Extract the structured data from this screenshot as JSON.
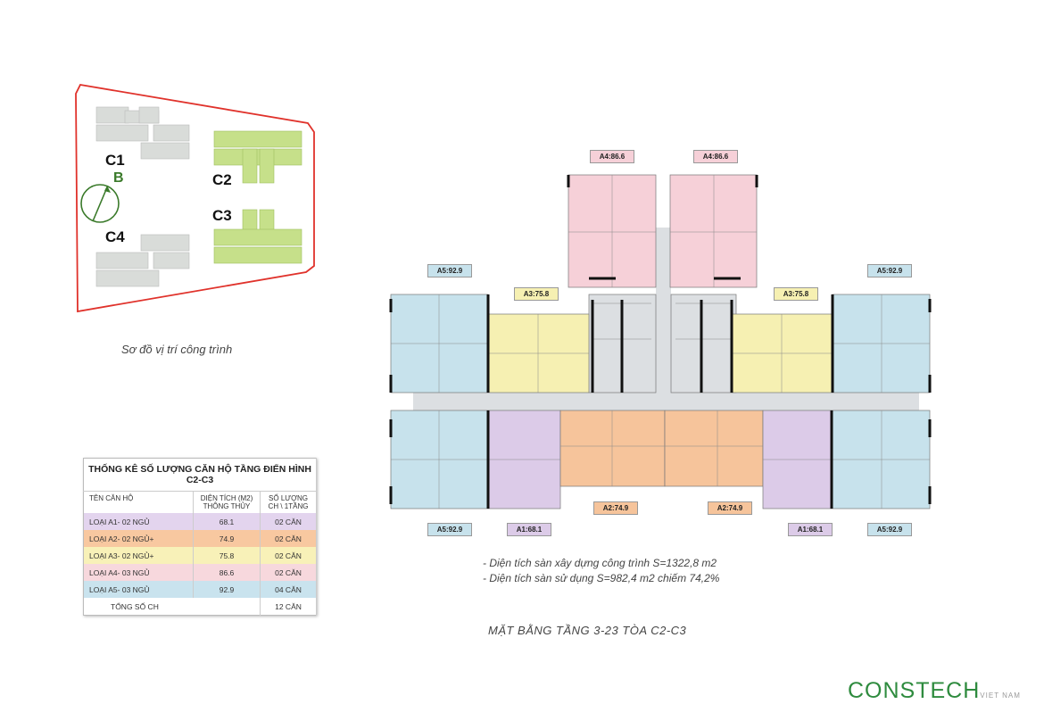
{
  "site_map": {
    "caption": "Sơ đồ vị trí công trình",
    "buildings": [
      "C1",
      "C2",
      "C3",
      "C4"
    ],
    "compass_label": "B",
    "colors": {
      "boundary": "#e0322b",
      "highlight": "#c6e08a",
      "other": "#d9dcd9",
      "compass": "#3a7a2a"
    }
  },
  "stats_table": {
    "title": "THỐNG KÊ SỐ LƯỢNG CĂN HỘ TẦNG ĐIỂN HÌNH C2-C3",
    "headers": [
      "TÊN CĂN HỘ",
      "DIỆN TÍCH (M2) THÔNG THỦY",
      "SỐ LƯỢNG CH \\ 1TẦNG"
    ],
    "rows": [
      {
        "name": "LOẠI A1- 02 NGỦ",
        "area": "68.1",
        "count": "02 CĂN",
        "color": "#e3d4ee"
      },
      {
        "name": "LOẠI A2- 02 NGỦ+",
        "area": "74.9",
        "count": "02 CĂN",
        "color": "#f8c8a0"
      },
      {
        "name": "LOẠI A3- 02 NGỦ+",
        "area": "75.8",
        "count": "02 CĂN",
        "color": "#f8f1b8"
      },
      {
        "name": "LOẠI A4- 03 NGỦ",
        "area": "86.6",
        "count": "02 CĂN",
        "color": "#f7d8dd"
      },
      {
        "name": "LOẠI A5- 03 NGỦ",
        "area": "92.9",
        "count": "04 CĂN",
        "color": "#c9e3ee"
      }
    ],
    "total": {
      "name": "TỔNG SỐ CH",
      "count": "12 CĂN"
    }
  },
  "floor_plan": {
    "labels": {
      "a4_left": "A4:86.6",
      "a4_right": "A4:86.6",
      "a5_top_left": "A5:92.9",
      "a5_top_right": "A5:92.9",
      "a3_left": "A3:75.8",
      "a3_right": "A3:75.8",
      "a2_left": "A2:74.9",
      "a2_right": "A2:74.9",
      "a1_left": "A1:68.1",
      "a1_right": "A1:68.1",
      "a5_bottom_left": "A5:92.9",
      "a5_bottom_right": "A5:92.9"
    },
    "notes": [
      "- Diện tích sàn xây dựng công trình S=1322,8 m2",
      "- Diện tích sàn sử dụng S=982,4 m2 chiếm 74,2%"
    ],
    "title": "MẶT BẰNG TẦNG 3-23 TÒA C2-C3",
    "colors": {
      "A1": "#dccbe8",
      "A2": "#f6c49b",
      "A3": "#f6f0b2",
      "A4": "#f6d0d8",
      "A5": "#c7e2ec",
      "core": "#dcdfe2"
    }
  },
  "brand": {
    "name": "CONSTECH",
    "sub": "VIET NAM"
  }
}
